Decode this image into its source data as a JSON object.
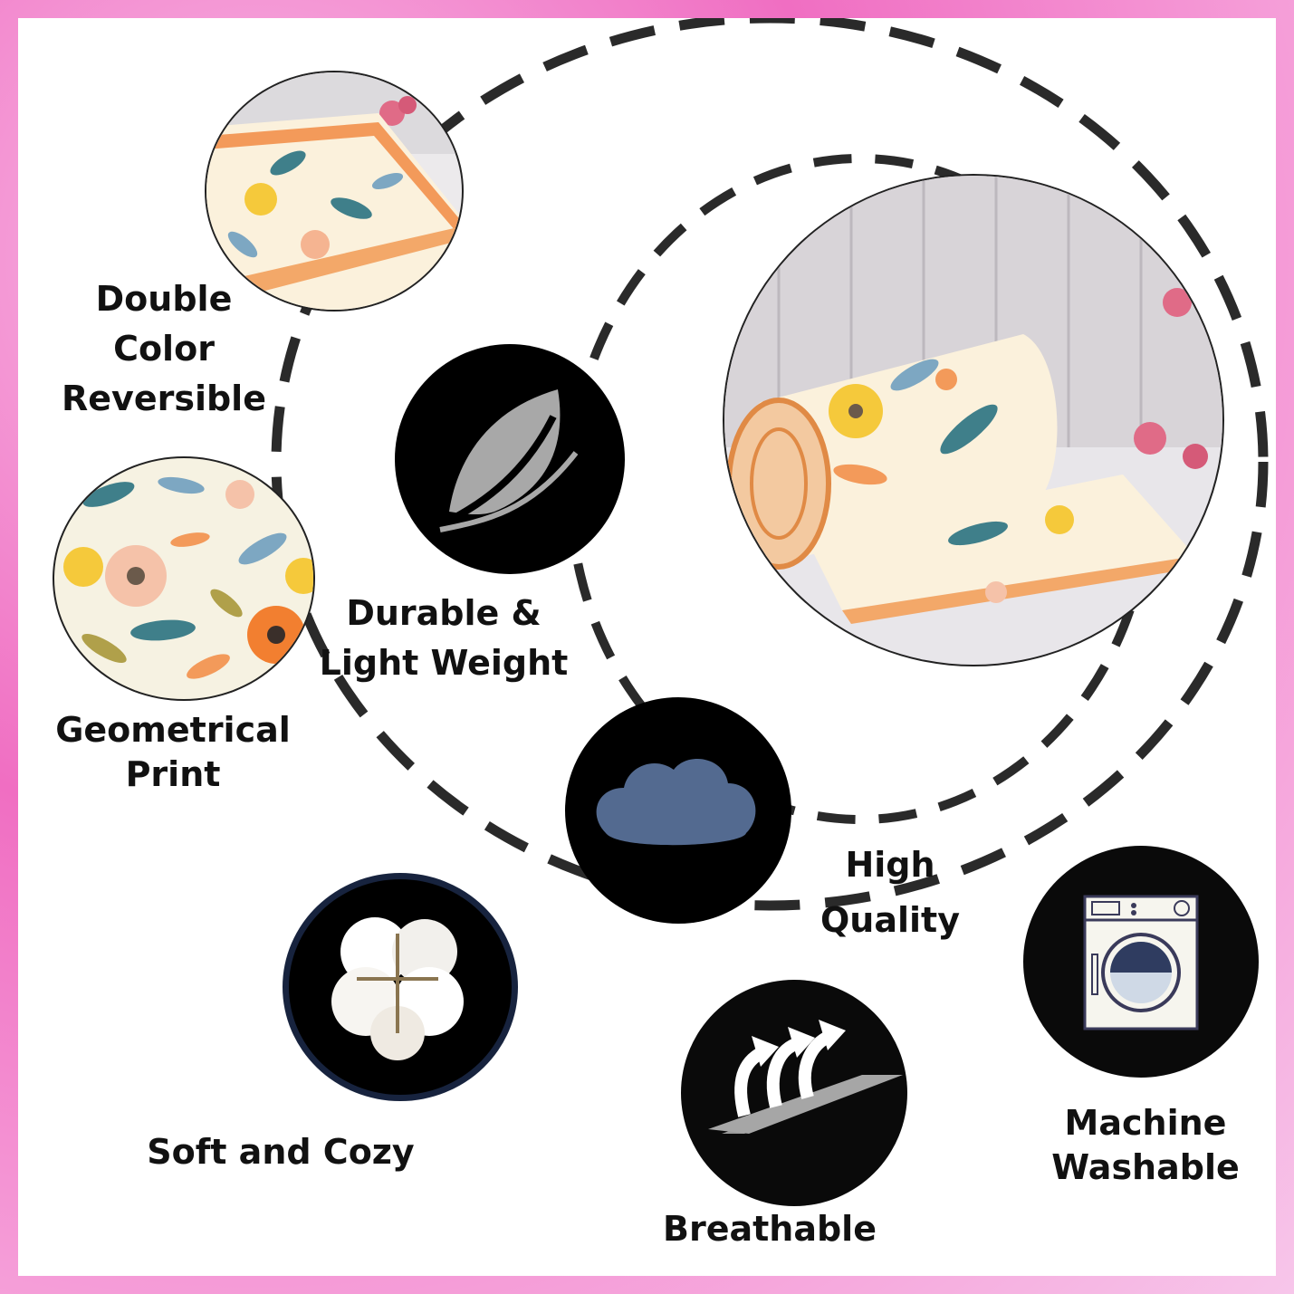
{
  "colors": {
    "border_pink": "#f06ec2",
    "text": "#111111",
    "icon_bg": "#000000",
    "accent_orange": "#f39a5a",
    "accent_teal": "#3f7f8a",
    "accent_yellow": "#f5c93b"
  },
  "features": [
    {
      "id": "double-color-reversible",
      "label_lines": [
        "Double",
        "Color",
        "Reversible"
      ],
      "icon": "folded-blanket-photo"
    },
    {
      "id": "geometrical-print",
      "label_lines": [
        "Geometrical",
        "Print"
      ],
      "icon": "floral-print-photo"
    },
    {
      "id": "durable-light-weight",
      "label_lines": [
        "Durable &",
        "Light Weight"
      ],
      "icon": "leaf-icon"
    },
    {
      "id": "high-quality",
      "label_lines": [
        "High",
        "Quality"
      ],
      "icon": "cloud-icon"
    },
    {
      "id": "soft-and-cozy",
      "label_lines": [
        "Soft and Cozy"
      ],
      "icon": "cotton-icon"
    },
    {
      "id": "breathable",
      "label_lines": [
        "Breathable"
      ],
      "icon": "airflow-icon"
    },
    {
      "id": "machine-washable",
      "label_lines": [
        "Machine",
        "Washable"
      ],
      "icon": "washing-machine-icon"
    }
  ],
  "product_image": {
    "icon": "rolled-blanket-photo"
  }
}
